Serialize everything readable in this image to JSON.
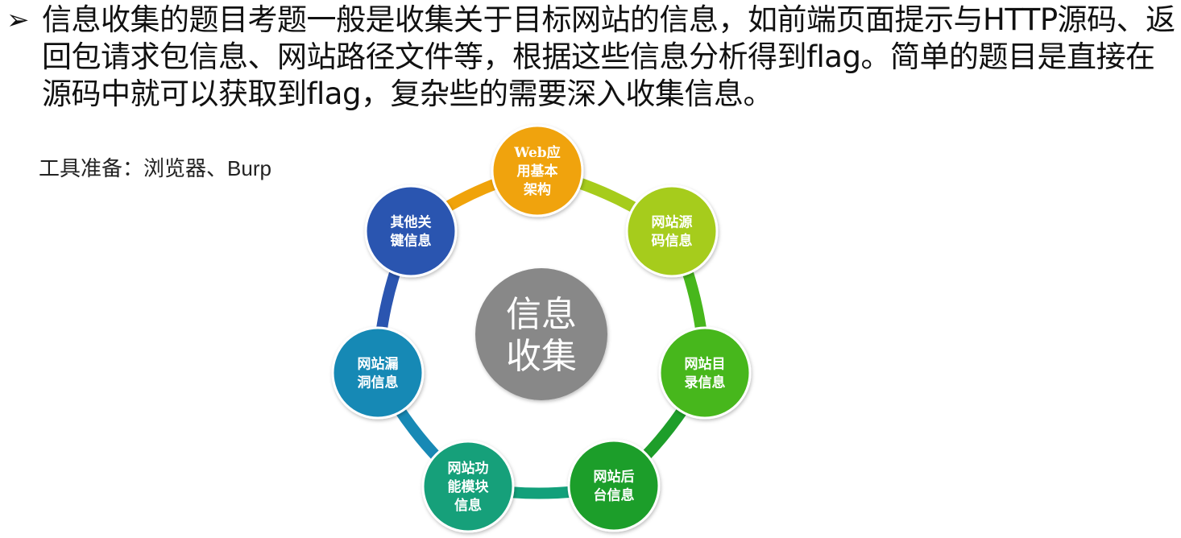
{
  "bullet": {
    "marker": "➢",
    "text": "信息收集的题目考题一般是收集关于目标网站的信息，如前端页面提示与HTTP源码、返回包请求包信息、网站路径文件等，根据这些信息分析得到flag。简单的题目是直接在源码中就可以获取到flag，复杂些的需要深入收集信息。"
  },
  "tools": {
    "label": "工具准备：浏览器、",
    "value": "Burp"
  },
  "diagram": {
    "center": {
      "lines": [
        "信息",
        "收集"
      ],
      "color": "#888888"
    },
    "nodes": [
      {
        "lines": [
          "Web应",
          "用基本",
          "架构"
        ],
        "color": "#f0a30a"
      },
      {
        "lines": [
          "网站源",
          "码信息"
        ],
        "color": "#a6cc1c"
      },
      {
        "lines": [
          "网站目",
          "录信息"
        ],
        "color": "#47b71c"
      },
      {
        "lines": [
          "网站后",
          "台信息"
        ],
        "color": "#1e9e2a"
      },
      {
        "lines": [
          "网站功",
          "能模块",
          "信息"
        ],
        "color": "#12a07a"
      },
      {
        "lines": [
          "网站漏",
          "洞信息"
        ],
        "color": "#1889b5"
      },
      {
        "lines": [
          "其他关",
          "键信息"
        ],
        "color": "#2b55b0"
      }
    ]
  }
}
